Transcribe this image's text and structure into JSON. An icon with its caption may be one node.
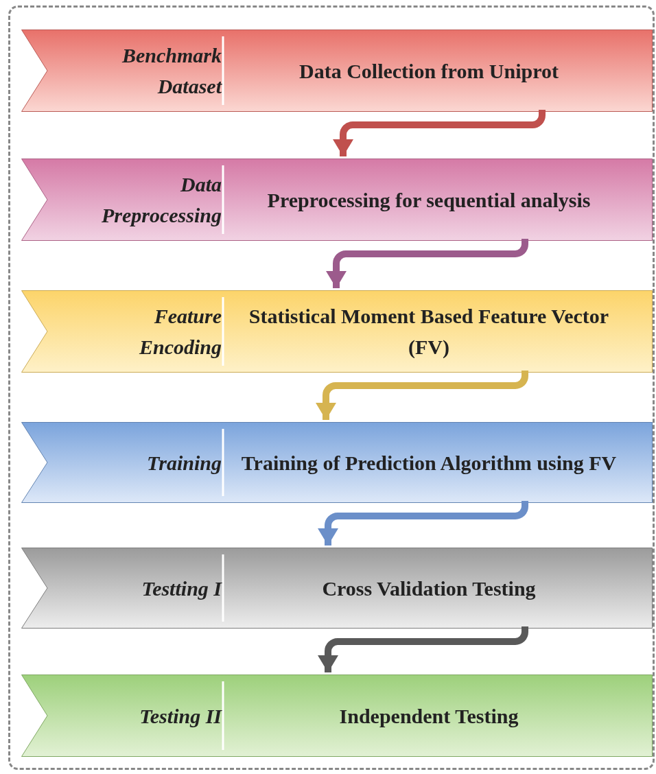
{
  "diagram": {
    "nodes": [
      {
        "text": [],
        "shape": "box"
      },
      {
        "text": [
          "Benchmark Dataset",
          "Data Collection from Uniprot"
        ],
        "in": 0
      },
      {
        "text": [
          "Data Preprocessing",
          "Preprocessing for sequential analysis"
        ],
        "in": 0
      },
      {
        "text": [
          "Feature Encoding",
          "Statistical Moment Based Feature Vector (FV)"
        ],
        "in": 0
      },
      {
        "text": [
          "Training",
          "Training of Prediction Algorithm using FV"
        ],
        "in": 0
      },
      {
        "text": [
          "Testting I",
          "Cross Validation Testing"
        ],
        "in": 0
      },
      {
        "text": [
          "Testing II",
          "Independent Testing"
        ],
        "in": 0
      }
    ],
    "edges": [
      {
        "from": 1,
        "to": 2,
        "arrow": "to",
        "color": "#c0504d"
      },
      {
        "from": 2,
        "to": 3,
        "arrow": "to",
        "color": "#9c5b8c"
      },
      {
        "from": 3,
        "to": 4,
        "arrow": "to",
        "color": "#d6b450"
      },
      {
        "from": 4,
        "to": 5,
        "arrow": "to",
        "color": "#6b8fc9"
      },
      {
        "from": 5,
        "to": 6,
        "arrow": "to",
        "color": "#595959"
      }
    ]
  }
}
